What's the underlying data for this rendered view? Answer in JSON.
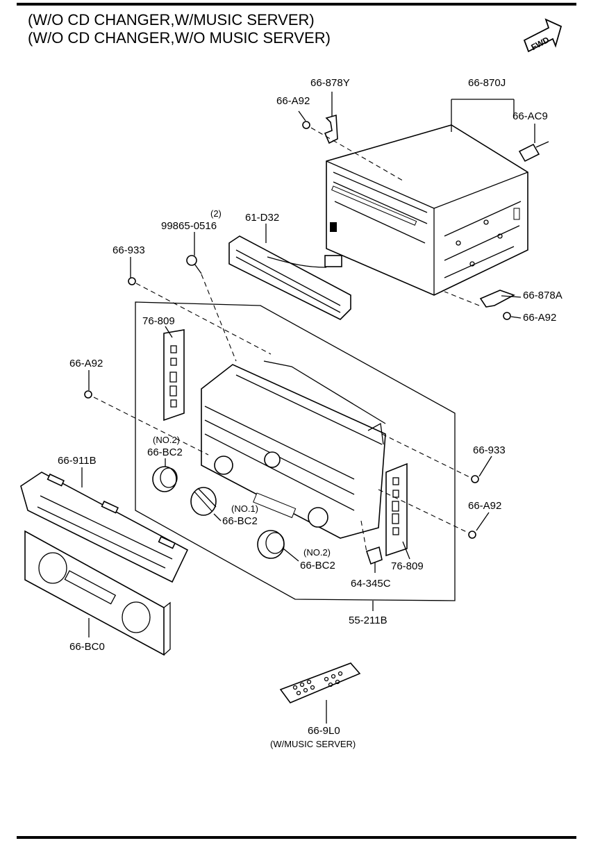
{
  "header": {
    "line1": "(W/O CD CHANGER,W/MUSIC SERVER)",
    "line2": "(W/O CD CHANGER,W/O MUSIC SERVER)"
  },
  "fwd_badge": {
    "label": "FWD",
    "icon": "fwd-arrow-icon"
  },
  "parts": {
    "p66_878Y": "66-878Y",
    "p66_870J": "66-870J",
    "p66_A92_top": "66-A92",
    "p66_AC9": "66-AC9",
    "p99865_qty": "(2)",
    "p99865": "99865-0516",
    "p61_D32": "61-D32",
    "p66_933_left": "66-933",
    "p66_878A": "66-878A",
    "p66_A92_right": "66-A92",
    "p76_809_left": "76-809",
    "p66_A92_left": "66-A92",
    "p66_BC2_a_qual": "(NO.2)",
    "p66_BC2_a": "66-BC2",
    "p66_911B": "66-911B",
    "p66_BC2_b_qual": "(NO.1)",
    "p66_BC2_b": "66-BC2",
    "p66_933_right": "66-933",
    "p66_A92_lower": "66-A92",
    "p66_BC2_c_qual": "(NO.2)",
    "p66_BC2_c": "66-BC2",
    "p76_809_right": "76-809",
    "p64_345C": "64-345C",
    "p55_211B": "55-211B",
    "p66_BC0": "66-BC0",
    "p66_9L0": "66-9L0",
    "p66_9L0_qual": "(W/MUSIC SERVER)"
  }
}
